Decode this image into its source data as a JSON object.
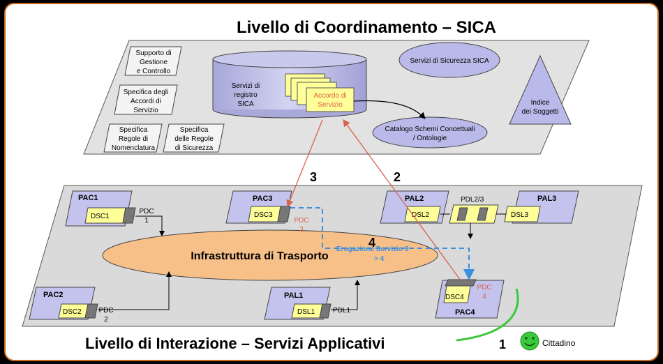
{
  "title_top": "Livello di Coordinamento – SICA",
  "title_bottom": "Livello di Interazione – Servizi Applicativi",
  "sica": {
    "supporto": [
      "Supporto di",
      "Gestione",
      "e Controllo"
    ],
    "specifica_accordi": [
      "Specifica degli",
      "Accordi di",
      "Servizio"
    ],
    "specifica_nomenclatura": [
      "Specifica",
      "Regole di",
      "Nomenclatura"
    ],
    "specifica_sicurezza": [
      "Specifica",
      "delle Regole",
      "di Sicurezza"
    ],
    "registro": [
      "Servizi di",
      "registro",
      "SICA"
    ],
    "accordo": [
      "Accordo di",
      "Servizio"
    ],
    "sicurezza": "Servizi di Sicurezza SICA",
    "indice": [
      "Indice",
      "dei Soggetti"
    ],
    "catalogo": [
      "Catalogo Schemi Concettuali",
      "/ Ontologie"
    ]
  },
  "nodes": {
    "pac1": "PAC1",
    "dsc1": "DSC1",
    "pdc1": [
      "PDC",
      "1"
    ],
    "pac2": "PAC2",
    "dsc2": "DSC2",
    "pdc2": [
      "PDC",
      "2"
    ],
    "pac3": "PAC3",
    "dsc3": "DSC3",
    "pdc3": [
      "PDC",
      "3"
    ],
    "pac4": "PAC4",
    "dsc4": "DSC4",
    "pdc4": [
      "PDC",
      "4"
    ],
    "pal1": "PAL1",
    "dsl1": "DSL1",
    "pdl1": "PDL1",
    "pal2": "PAL2",
    "dsl2": "DSL2",
    "pdl23": "PDL2/3",
    "pal3": "PAL3",
    "dsl3": "DSL3"
  },
  "transport": "Infrastruttura di Trasporto",
  "erogazione": [
    "Erogazione Servizio 3",
    "> 4"
  ],
  "steps": {
    "s1": "1",
    "s2": "2",
    "s3": "3",
    "s4": "4"
  },
  "cittadino": "Cittadino",
  "colors": {
    "frame": "#c8681c",
    "arrow_red": "#d9624a",
    "dash_blue": "#3b8fe0",
    "smile_green": "#3cc83c",
    "ellipse": "#f7c089",
    "yellow": "#ffff99"
  }
}
